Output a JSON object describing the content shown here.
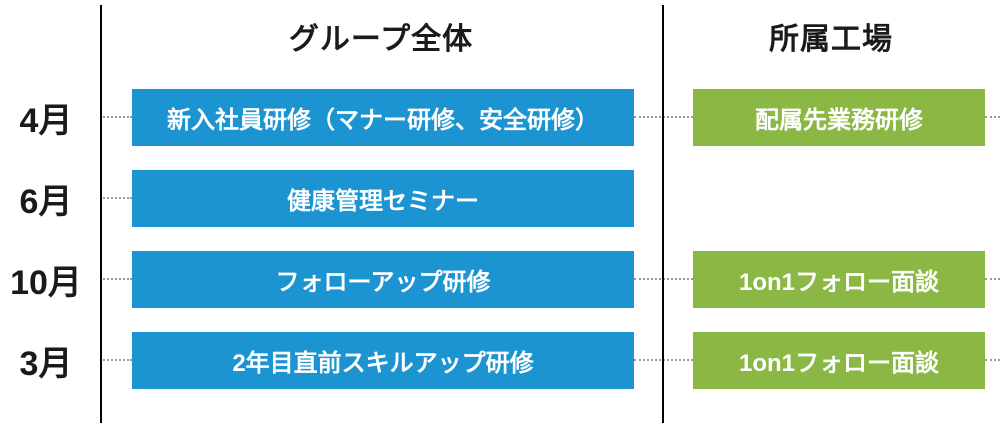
{
  "diagram": {
    "column_headers": {
      "group": "グループ全体",
      "factory": "所属工場"
    },
    "rows": [
      {
        "month": "4月",
        "group_training": "新入社員研修（マナー研修、安全研修）",
        "factory_training": "配属先業務研修"
      },
      {
        "month": "6月",
        "group_training": "健康管理セミナー",
        "factory_training": ""
      },
      {
        "month": "10月",
        "group_training": "フォローアップ研修",
        "factory_training": "1on1フォロー面談"
      },
      {
        "month": "3月",
        "group_training": "2年目直前スキルアップ研修",
        "factory_training": "1on1フォロー面談"
      }
    ],
    "colors": {
      "group_bar": "#1b94d1",
      "factory_bar": "#8bb845",
      "bar_text": "#ffffff",
      "header_text": "#1a1a1a",
      "timeline_line": "#000000",
      "connector_dotted": "#999999"
    }
  }
}
